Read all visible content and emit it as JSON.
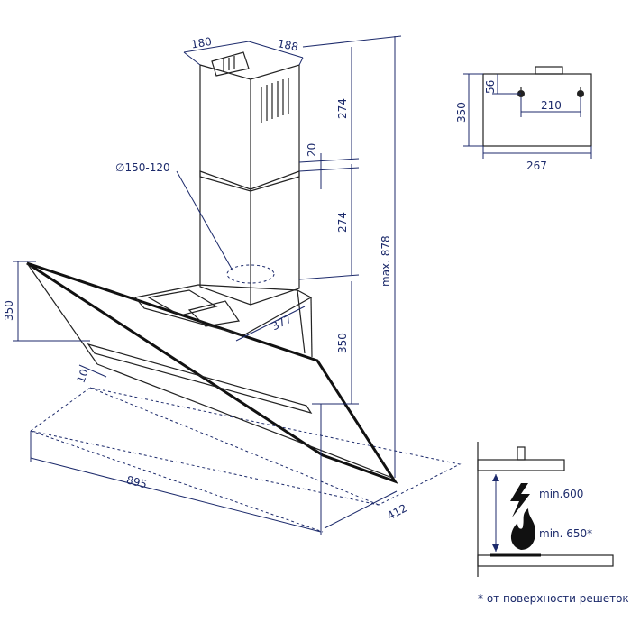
{
  "main_view": {
    "chimney_width": "180",
    "chimney_depth": "188",
    "duct_diameter": "∅150-120",
    "upper_chimney_height": "274",
    "gap": "20",
    "lower_chimney_height": "274",
    "max_height": "max. 878",
    "glass_height": "350",
    "body_height": "350",
    "offset": "10",
    "bracket_depth": "377",
    "width": "895",
    "depth": "412"
  },
  "side_view": {
    "height": "350",
    "mount_offset": "56",
    "hole_spacing": "210",
    "width": "267"
  },
  "install_view": {
    "min_electric": "min.600",
    "min_gas": "min. 650*",
    "footnote": "* от поверхности решеток",
    "icons": [
      "lightning-icon",
      "flame-icon"
    ]
  },
  "colors": {
    "dimension": "#1c2a6b",
    "outline": "#222222"
  }
}
